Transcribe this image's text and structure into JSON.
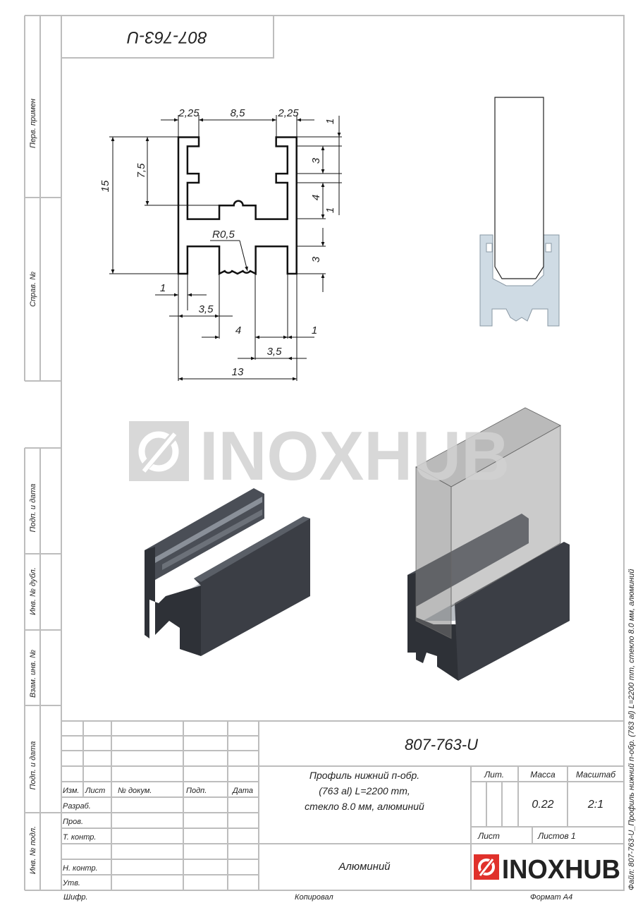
{
  "top_box_code": "807-763-U",
  "side_labels": [
    "Перв. примен",
    "Справ. №",
    "Подп. и дата",
    "Инв. № дубл.",
    "Взам. инв. №",
    "Подп. и дата",
    "Инв. № подл."
  ],
  "dimensions": {
    "top_left": "2,25",
    "top_mid": "8,5",
    "top_right": "2,25",
    "height_total": "15",
    "height_half": "7,5",
    "right_1a": "1",
    "right_3a": "3",
    "right_4": "4",
    "right_1b": "1",
    "right_3b": "3",
    "radius": "R0,5",
    "bottom_1a": "1",
    "bottom_3_5a": "3,5",
    "bottom_4": "4",
    "bottom_1b": "1",
    "bottom_3_5b": "3,5",
    "bottom_13": "13"
  },
  "watermark": "INOXHUB",
  "title_block": {
    "code": "807-763-U",
    "name_lines": [
      "Профиль нижний п-обр.",
      "(763 al) L=2200 mm,",
      "стекло 8.0 мм, алюминий"
    ],
    "headers": [
      "Изм.",
      "Лист",
      "№ докум.",
      "Подп.",
      "Дата"
    ],
    "roles": [
      "Разраб.",
      "Пров.",
      "Т. контр.",
      "",
      "Н. контр.",
      "Утв."
    ],
    "lit_label": "Лит.",
    "mass_label": "Масса",
    "scale_label": "Масштаб",
    "mass": "0.22",
    "scale": "2:1",
    "sheet_label": "Лист",
    "sheets_label": "Листов 1",
    "material": "Алюминий",
    "logo_text": "INOXHUB"
  },
  "footer": {
    "cipher": "Шифр.",
    "copied": "Копировал",
    "format": "Формат А4"
  },
  "file_caption": "Файл: 807-763-U_Профиль нижний п-обр. (763 al) L=2200 mm, стекло 8.0 мм, алюминий",
  "colors": {
    "logo_red": "#e0312b",
    "render_dark": "#3b3e45",
    "watermark": "#d2d2d2"
  }
}
